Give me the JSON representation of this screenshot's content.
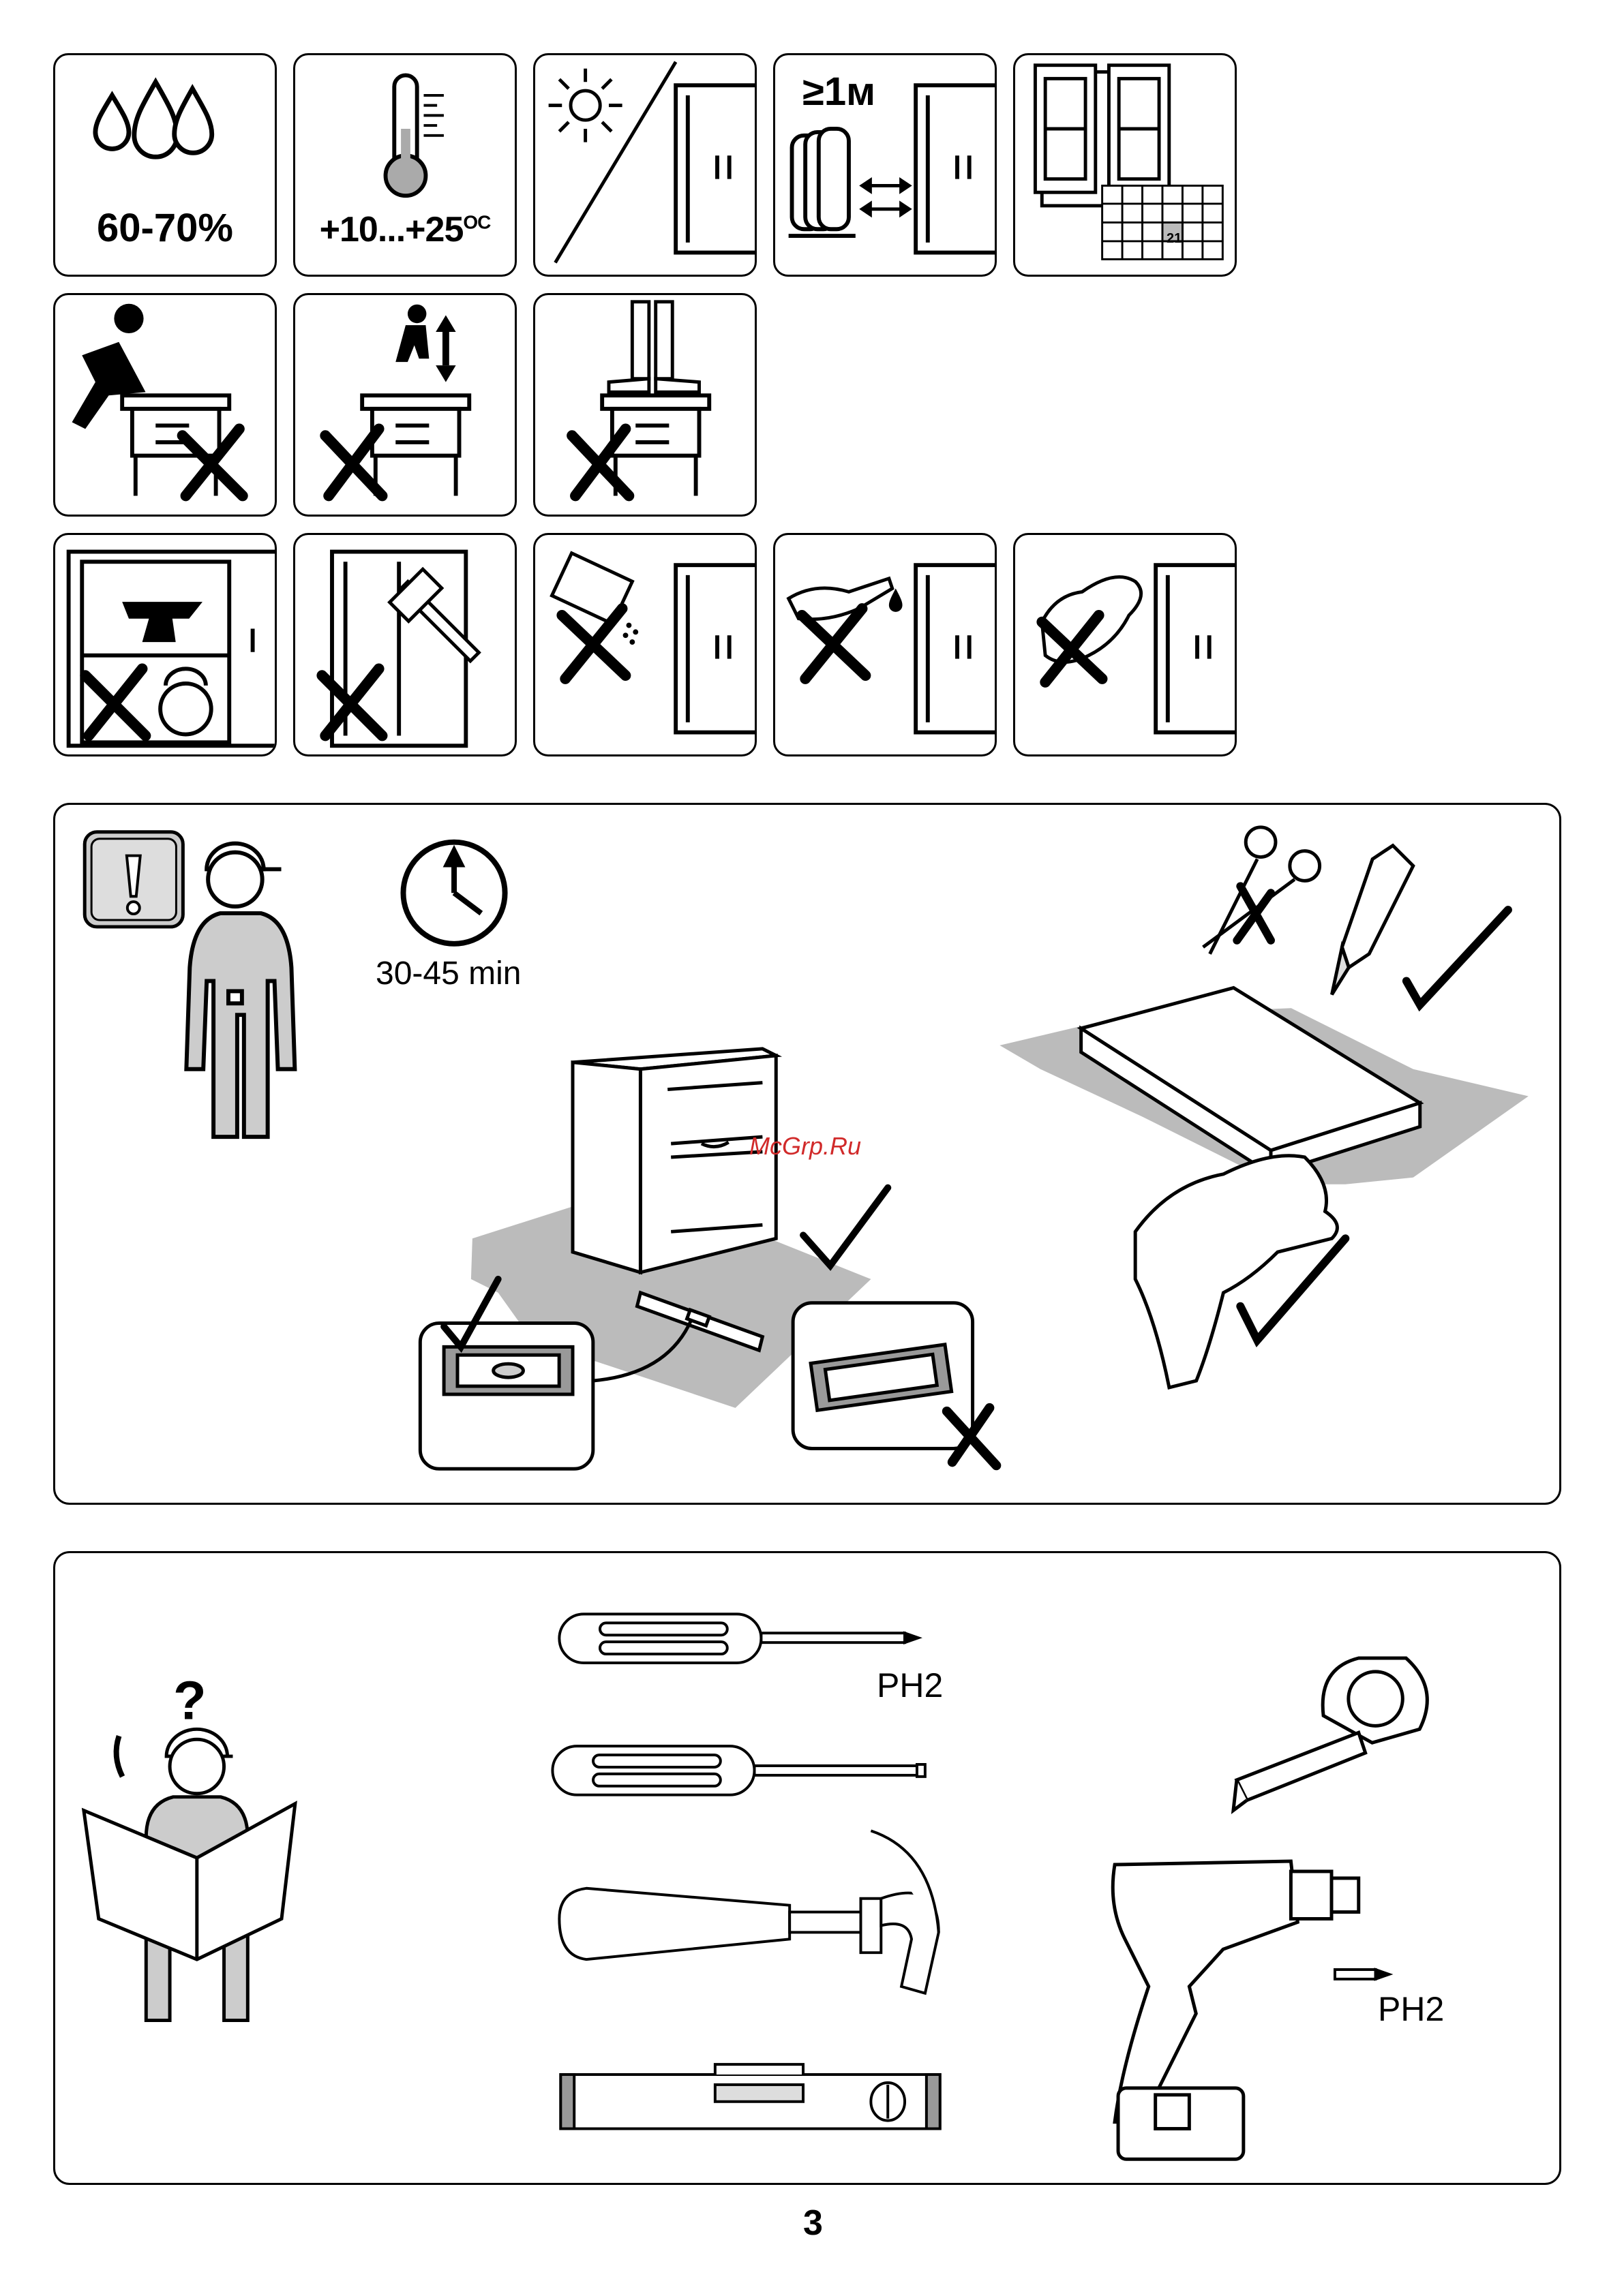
{
  "conditions": {
    "humidity_label": "60-70%",
    "temperature_label": "+10...+25",
    "temperature_unit": "OC",
    "distance_label": "≥1м",
    "calendar_day": "21"
  },
  "prep": {
    "duration_label": "30-45 min",
    "watermark": "McGrp.Ru"
  },
  "tools": {
    "screwdriver_ph2_label": "PH2",
    "drill_bit_label": "PH2"
  },
  "page_number": "3"
}
